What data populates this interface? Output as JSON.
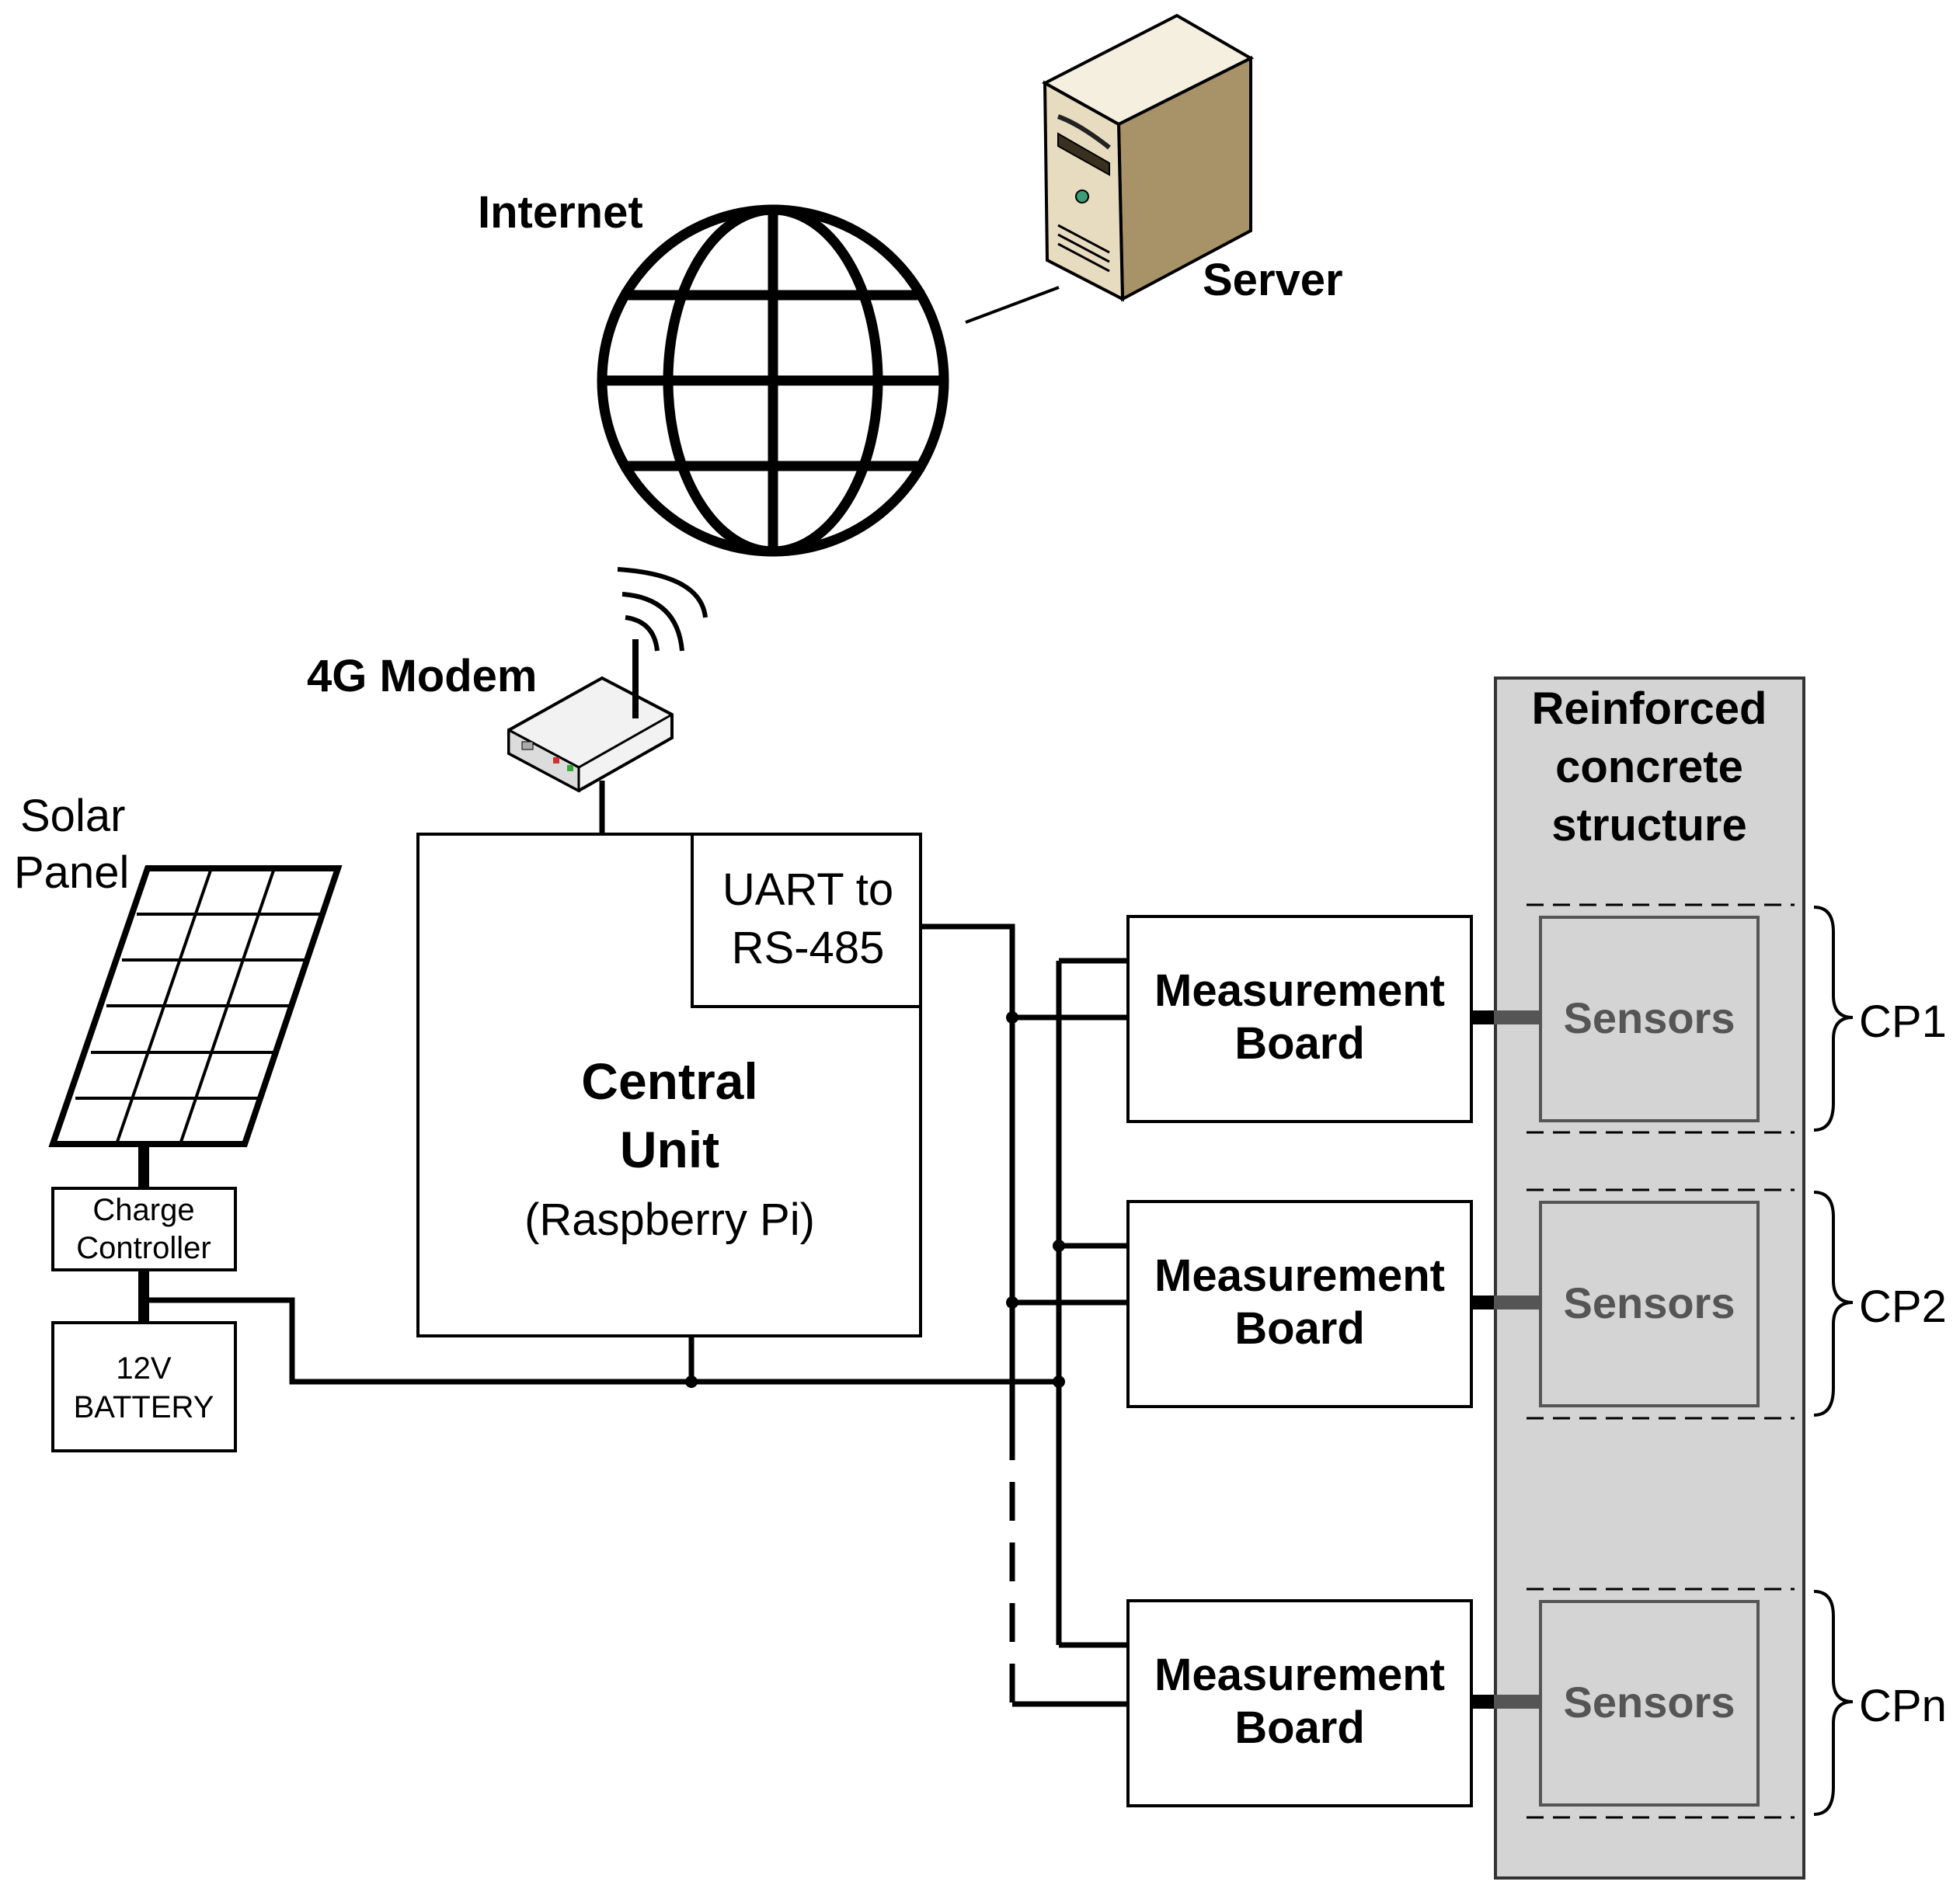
{
  "diagram": {
    "internet_label": "Internet",
    "server_label": "Server",
    "modem_label": "4G Modem",
    "solar_panel_label": [
      "Solar",
      "Panel"
    ],
    "charge_controller_label": [
      "Charge",
      "Controller"
    ],
    "battery_label": [
      "12V",
      "BATTERY"
    ],
    "central_unit_label": [
      "Central",
      "Unit"
    ],
    "central_unit_sub": "(Raspberry Pi)",
    "uart_label": [
      "UART to",
      "RS-485"
    ],
    "structure_label": [
      "Reinforced",
      "concrete",
      "structure"
    ],
    "measurement_board_label": [
      "Measurement",
      "Board"
    ],
    "sensors_label": "Sensors",
    "control_points": [
      "CP1",
      "CP2",
      "CPn"
    ]
  },
  "colors": {
    "line": "#000000",
    "structure_fill": "#d4d4d4",
    "sensor_text": "#555555",
    "server_beige": "#e8dcc0",
    "server_side": "#a89368"
  }
}
